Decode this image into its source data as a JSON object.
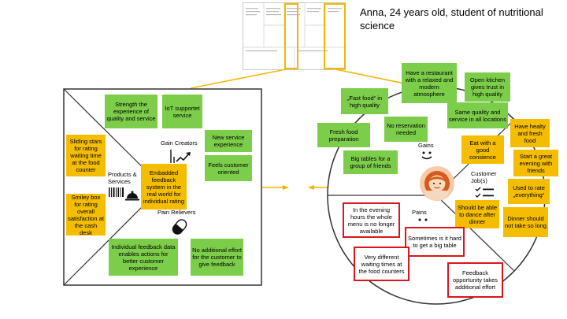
{
  "persona": {
    "title": "Anna, 24 years old,  student of nutritional science"
  },
  "value_map": {
    "products_services_label": "Products & Services",
    "gain_creators_label": "Gain Creators",
    "pain_relievers_label": "Pain Relievers",
    "gain_creators": [
      "Strength the experience of quality and service",
      "IoT supportet service",
      "New service experience",
      "Feels customer oriented"
    ],
    "embedded_feedback": "Embadded feedback system in the real world for individual rating",
    "products_services": [
      "Sliding stars for rating waiting time at the food counter",
      "Smiley box for rating overall satisfaction at the cash desk"
    ],
    "pain_relievers": [
      "Individual feedback data  enables actions for better customer experience",
      "No additional effort for the customer to give feedback"
    ]
  },
  "customer_profile": {
    "gains_label": "Gains",
    "pains_label": "Pains",
    "jobs_label": "Customer Job(s)",
    "gains": [
      "Have a restaurant with a relaxed and modern atmosphere",
      "„Fast food“ in high quality",
      "Open ktichen gives trust in high quality",
      "Same quality and service in all locations",
      "No reservation needed",
      "Fresh food preparation",
      "Big tables for a group of friends"
    ],
    "jobs": [
      "Have healty and fresh food",
      "Eat with a good consience",
      "Start a great evening with friends",
      "Used to rate „everything“",
      "Should be able to dance after dinner",
      "Dinner should not take so long"
    ],
    "pains": [
      "In the evening hours the whole menu is no longer available",
      "Sometimes is it hard to get a big table",
      "Very different waiting times at the food counters",
      "Feedback opportunity takes additional effort"
    ]
  },
  "colors": {
    "gain_note": "#7ccd4a",
    "job_note": "#f5bd00",
    "pain_border": "#d9161e",
    "connector": "#f2b600"
  },
  "icons": [
    "gift-icon",
    "trend-up-icon",
    "barcode-icon",
    "cloche-icon",
    "pill-icon",
    "smiley-icon",
    "sad-face-icon",
    "checklist-icon",
    "avatar"
  ]
}
